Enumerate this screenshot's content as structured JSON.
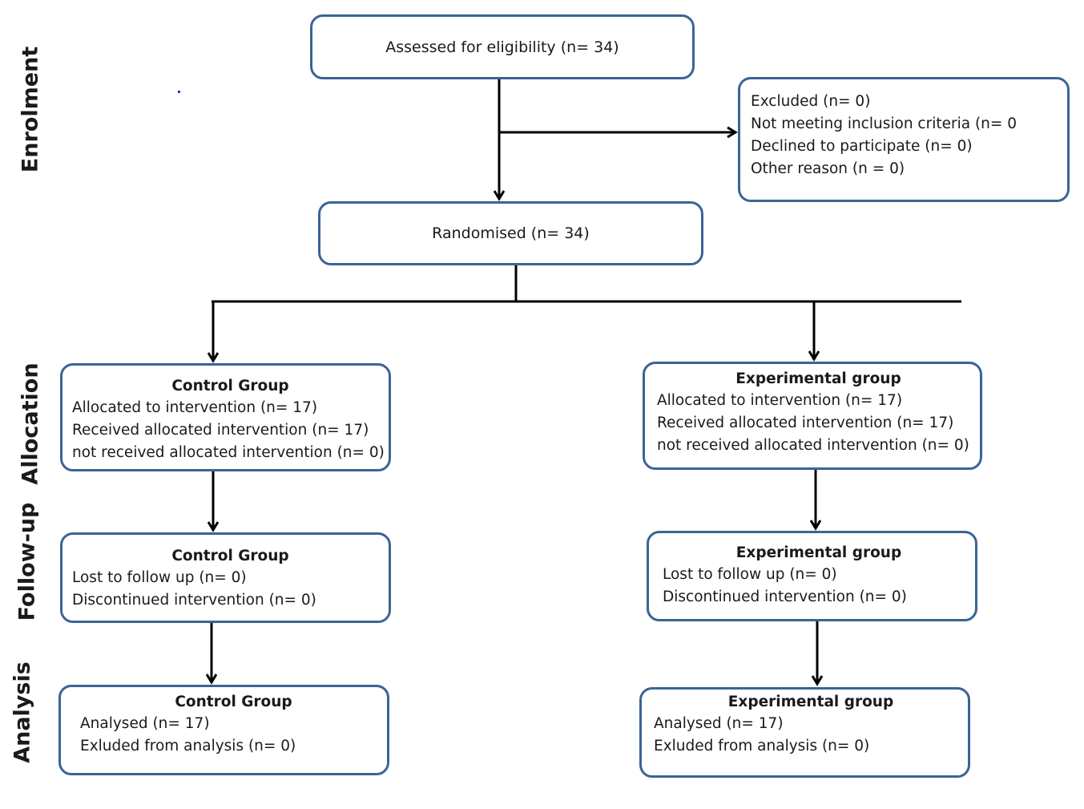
{
  "stages": {
    "enrolment": "Enrolment",
    "allocation": "Allocation",
    "follow_up": "Follow-up",
    "analysis": "Analysis"
  },
  "enrolment": {
    "assessed": "Assessed for eligibility (n= 34)",
    "excluded": [
      "Excluded (n= 0)",
      "Not meeting inclusion criteria (n= 0",
      "Declined to participate (n= 0)",
      "Other reason (n = 0)"
    ],
    "randomised": "Randomised (n= 34)"
  },
  "control": {
    "allocation": {
      "title": "Control Group",
      "lines": [
        "Allocated to intervention (n= 17)",
        "Received allocated intervention (n= 17)",
        "not received allocated intervention (n= 0)"
      ]
    },
    "follow_up": {
      "title": "Control Group",
      "lines": [
        "Lost to follow up (n= 0)",
        "Discontinued intervention (n= 0)"
      ]
    },
    "analysis": {
      "title": "Control Group",
      "lines": [
        "Analysed (n= 17)",
        "Exluded from analysis (n= 0)"
      ]
    }
  },
  "experimental": {
    "allocation": {
      "title": "Experimental group",
      "lines": [
        "Allocated to intervention (n= 17)",
        "Received allocated intervention (n= 17)",
        "not received allocated intervention (n= 0)"
      ]
    },
    "follow_up": {
      "title": "Experimental group",
      "lines": [
        "Lost to follow up (n= 0)",
        "Discontinued intervention (n= 0)"
      ]
    },
    "analysis": {
      "title": "Experimental group",
      "lines": [
        "Analysed (n= 17)",
        "Exluded from analysis (n= 0)"
      ]
    }
  },
  "colors": {
    "box_border": "#3a6496",
    "arrow": "#000000"
  }
}
